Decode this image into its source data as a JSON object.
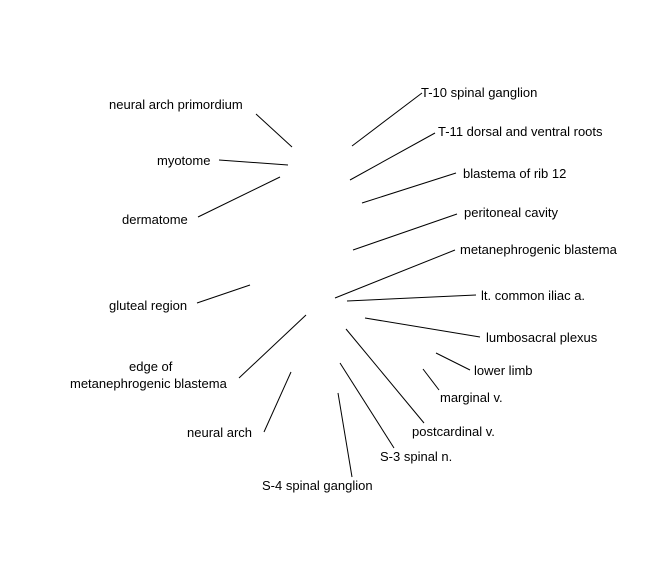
{
  "labels": {
    "neural_arch_primordium": "neural arch primordium",
    "myotome": "myotome",
    "dermatome": "dermatome",
    "gluteal_region": "gluteal region",
    "edge_line1": "edge of",
    "edge_line2": "metanephrogenic blastema",
    "neural_arch": "neural arch",
    "s4_spinal_ganglion": "S-4 spinal ganglion",
    "t10_spinal_ganglion": "T-10 spinal ganglion",
    "t11_roots": "T-11 dorsal and ventral roots",
    "blastema_rib12": "blastema of rib 12",
    "peritoneal_cavity": "peritoneal cavity",
    "metanephrogenic_blastema": "metanephrogenic blastema",
    "common_iliac": "lt. common iliac a.",
    "lumbosacral_plexus": "lumbosacral plexus",
    "lower_limb": "lower limb",
    "marginal_v": "marginal v.",
    "postcardinal_v": "postcardinal v.",
    "s3_spinal_n": "S-3 spinal n."
  },
  "colors": {
    "background": "#ffffff",
    "ink": "#000000"
  }
}
